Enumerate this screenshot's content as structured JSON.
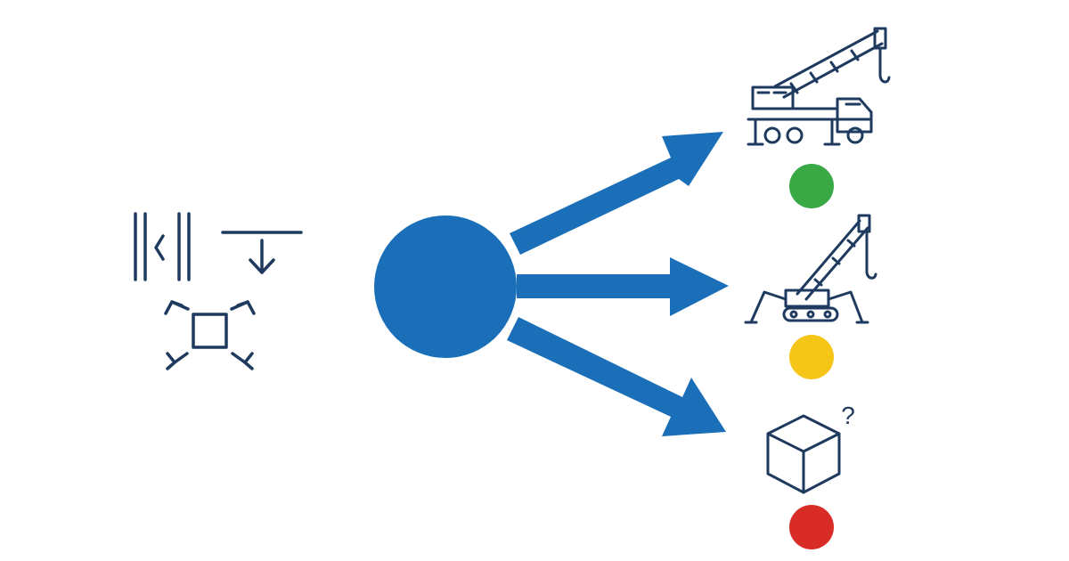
{
  "colors": {
    "background": "#ffffff",
    "line_icon": "#1f3a5f",
    "hub_and_arrows": "#1a6fb8",
    "status_green": "#3aa845",
    "status_yellow": "#f5c518",
    "status_red": "#d92c27"
  },
  "inputs": {
    "icons": [
      "narrow-gap-icon",
      "overhead-clearance-icon",
      "outrigger-footprint-icon"
    ]
  },
  "hub": {
    "icon": "decision-node"
  },
  "options": [
    {
      "icon": "truck-crane-icon",
      "status": "green"
    },
    {
      "icon": "spider-crane-icon",
      "status": "yellow"
    },
    {
      "icon": "unknown-load-icon",
      "status": "red",
      "marker": "?"
    }
  ]
}
